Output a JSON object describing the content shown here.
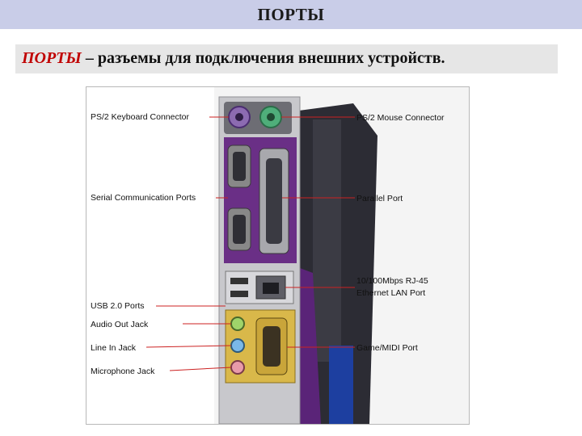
{
  "header": {
    "title": "ПОРТЫ"
  },
  "definition": {
    "term": "ПОРТЫ",
    "rest": " – разъемы для подключения внешних устройств."
  },
  "figure": {
    "labels": {
      "ps2_keyboard": "PS/2 Keyboard Connector",
      "serial": "Serial Communication Ports",
      "usb": "USB 2.0 Ports",
      "audio_out": "Audio Out Jack",
      "line_in": "Line In Jack",
      "microphone": "Microphone Jack",
      "ps2_mouse": "PS/2 Mouse Connector",
      "parallel": "Parallel Port",
      "lan_line1": "10/100Mbps RJ-45",
      "lan_line2": "Ethernet LAN Port",
      "game_midi": "Game/MIDI Port"
    },
    "colors": {
      "leader_line": "#cc2222",
      "board_purple": "#6a2f86",
      "connector_yellow": "#d9b84a",
      "ps2_keyboard": "#8c6bb1",
      "ps2_mouse": "#4fae7a"
    }
  }
}
